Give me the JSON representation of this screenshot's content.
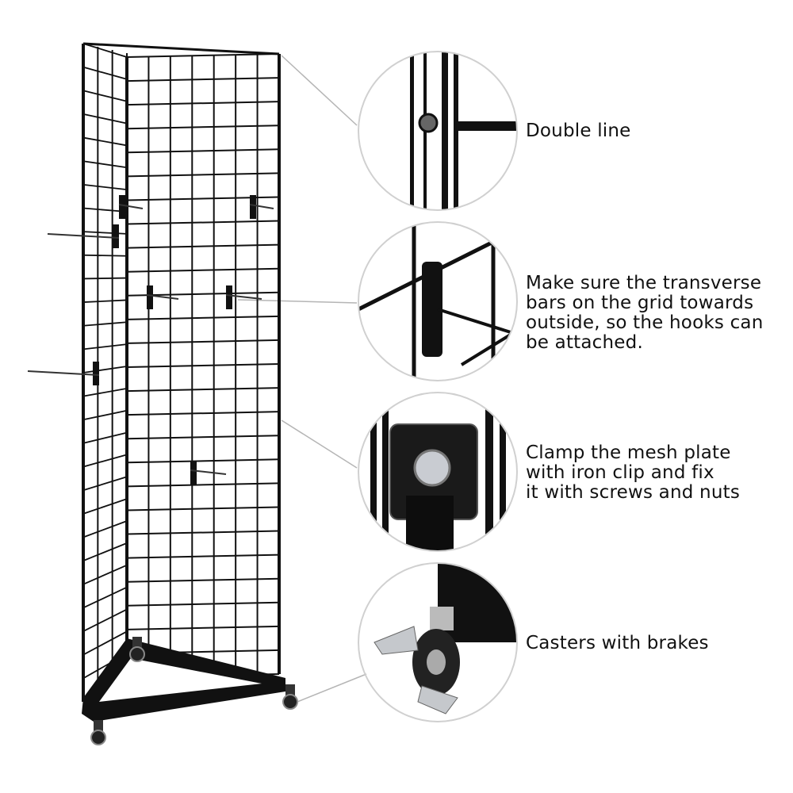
{
  "callouts": [
    {
      "id": "double-line",
      "lines": [
        "Double line"
      ]
    },
    {
      "id": "transverse-bars",
      "lines": [
        "Make sure the transverse",
        "bars on the grid towards",
        "outside, so the hooks can",
        "be attached."
      ]
    },
    {
      "id": "iron-clip",
      "lines": [
        "Clamp the mesh plate",
        "with iron clip and fix",
        "it with screws and nuts"
      ]
    },
    {
      "id": "casters",
      "lines": [
        "Casters with brakes"
      ]
    }
  ],
  "colors": {
    "frame": "#111111",
    "leader": "#b5b5b5",
    "circle_border": "#d0d0d0",
    "text": "#111111"
  }
}
